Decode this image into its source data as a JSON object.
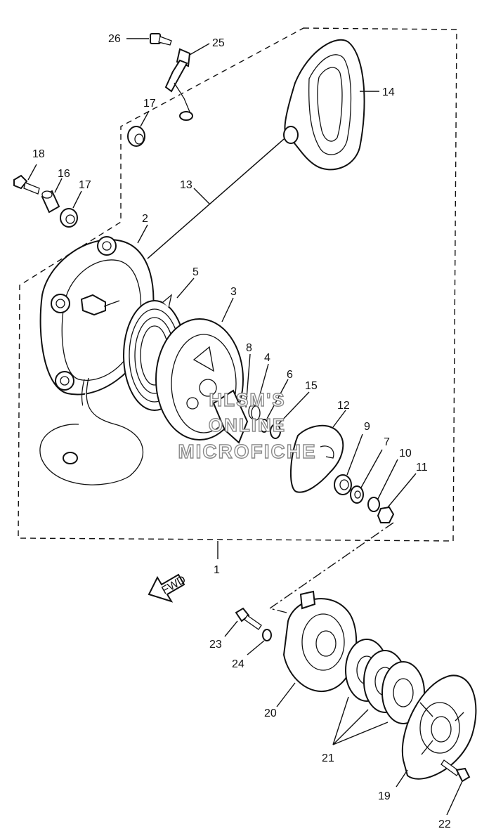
{
  "watermark": {
    "line1": "HLSM'S",
    "line2": "ONLINE",
    "line3": "MICROFICHE"
  },
  "arrow_label": "FWD",
  "callouts": {
    "c1": "1",
    "c2": "2",
    "c3": "3",
    "c4": "4",
    "c5": "5",
    "c6": "6",
    "c7": "7",
    "c8": "8",
    "c9": "9",
    "c10": "10",
    "c11": "11",
    "c12": "12",
    "c13": "13",
    "c14": "14",
    "c15": "15",
    "c16": "16",
    "c17a": "17",
    "c17b": "17",
    "c18": "18",
    "c19": "19",
    "c20": "20",
    "c21": "21",
    "c22": "22",
    "c23": "23",
    "c24": "24",
    "c25": "25",
    "c26": "26"
  }
}
